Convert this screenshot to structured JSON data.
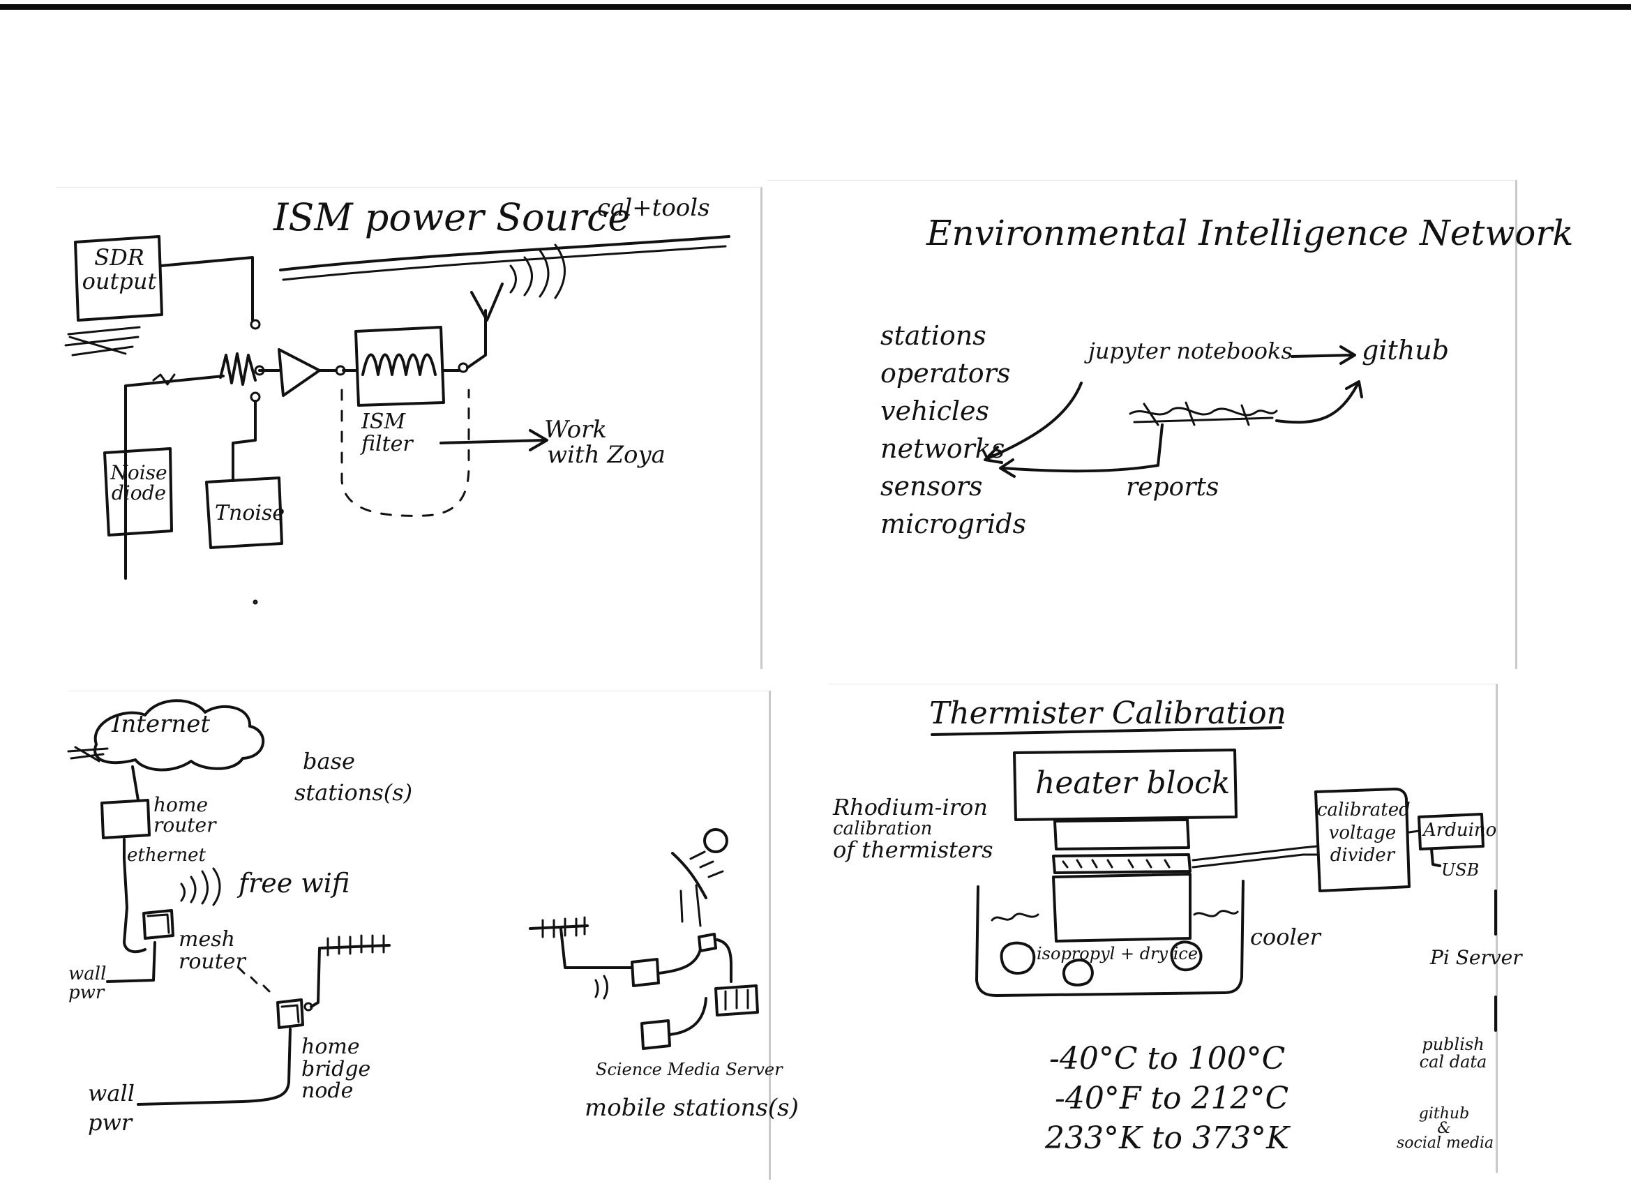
{
  "panels": {
    "ism": {
      "title": "ISM power Source",
      "title_note": "cal+tools",
      "sdr": [
        "SDR",
        "output"
      ],
      "noise_diode": [
        "Noise",
        "diode"
      ],
      "tnoise": "Tnoise",
      "ism_filter": [
        "ISM",
        "filter"
      ],
      "work": [
        "Work",
        "with Zoya"
      ]
    },
    "network": {
      "title": "Environmental Intelligence Network",
      "list": [
        "stations",
        "operators",
        "vehicles",
        "networks",
        "sensors",
        "microgrids"
      ],
      "notebooks": "jupyter notebooks",
      "github": "github",
      "reports": "reports"
    },
    "stations": {
      "internet": "Internet",
      "base_stations": [
        "base",
        "stations(s)"
      ],
      "home_router": [
        "home",
        "router"
      ],
      "ethernet": "ethernet",
      "free_wifi": "free wifi",
      "mesh_router": [
        "mesh",
        "router"
      ],
      "wall_pwr_1": [
        "wall",
        "pwr"
      ],
      "home_bridge_node": [
        "home",
        "bridge",
        "node"
      ],
      "wall_pwr_2": [
        "wall",
        "pwr"
      ],
      "science_server": "Science Media Server",
      "mobile_stations": "mobile stations(s)"
    },
    "thermistor": {
      "title": "Thermister Calibration",
      "heater_block": "heater block",
      "rhodium": [
        "Rhodium-iron",
        "calibration",
        "of thermisters"
      ],
      "isopropyl": "isopropyl + dry ice",
      "cooler": "cooler",
      "divider": [
        "calibrated",
        "voltage",
        "divider"
      ],
      "arduino": "Arduino",
      "usb": "USB",
      "pi": "Pi Server",
      "publish": [
        "publish",
        "cal data"
      ],
      "github_social": [
        "github",
        "&",
        "social media"
      ],
      "ranges": [
        "-40°C to 100°C",
        "-40°F to 212°C",
        "233°K to 373°K"
      ]
    }
  }
}
